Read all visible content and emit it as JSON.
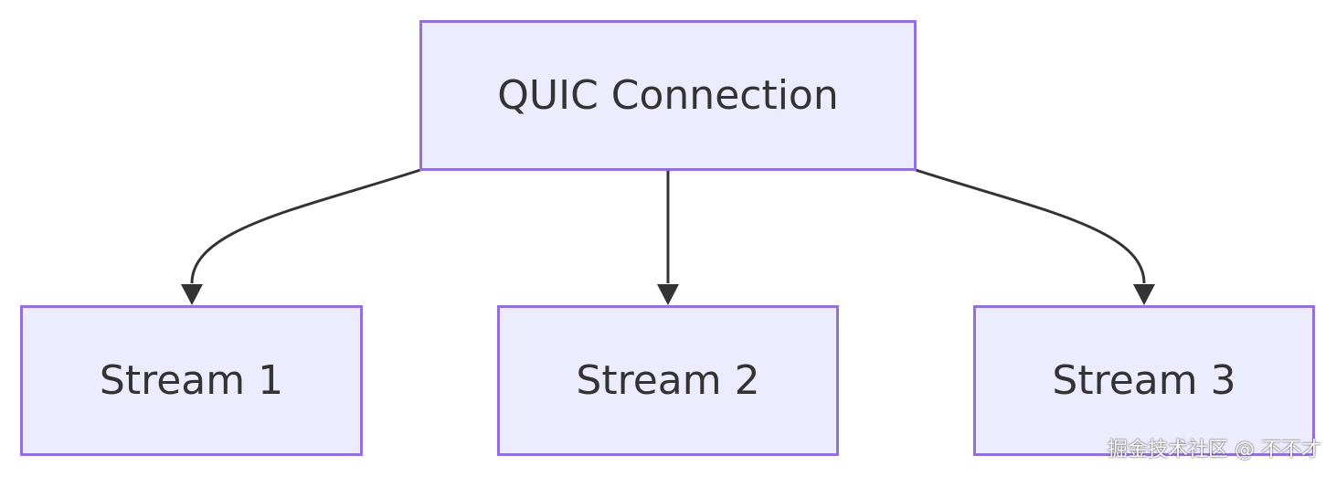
{
  "diagram": {
    "nodes": {
      "root": "QUIC Connection",
      "stream1": "Stream 1",
      "stream2": "Stream 2",
      "stream3": "Stream 3"
    },
    "edges": [
      {
        "from": "root",
        "to": "stream1"
      },
      {
        "from": "root",
        "to": "stream2"
      },
      {
        "from": "root",
        "to": "stream3"
      }
    ],
    "colors": {
      "node_fill": "#ECECFF",
      "node_border": "#9370DB",
      "edge": "#333333",
      "text": "#333333"
    }
  },
  "watermark": "掘金技术社区 @ 不不才"
}
